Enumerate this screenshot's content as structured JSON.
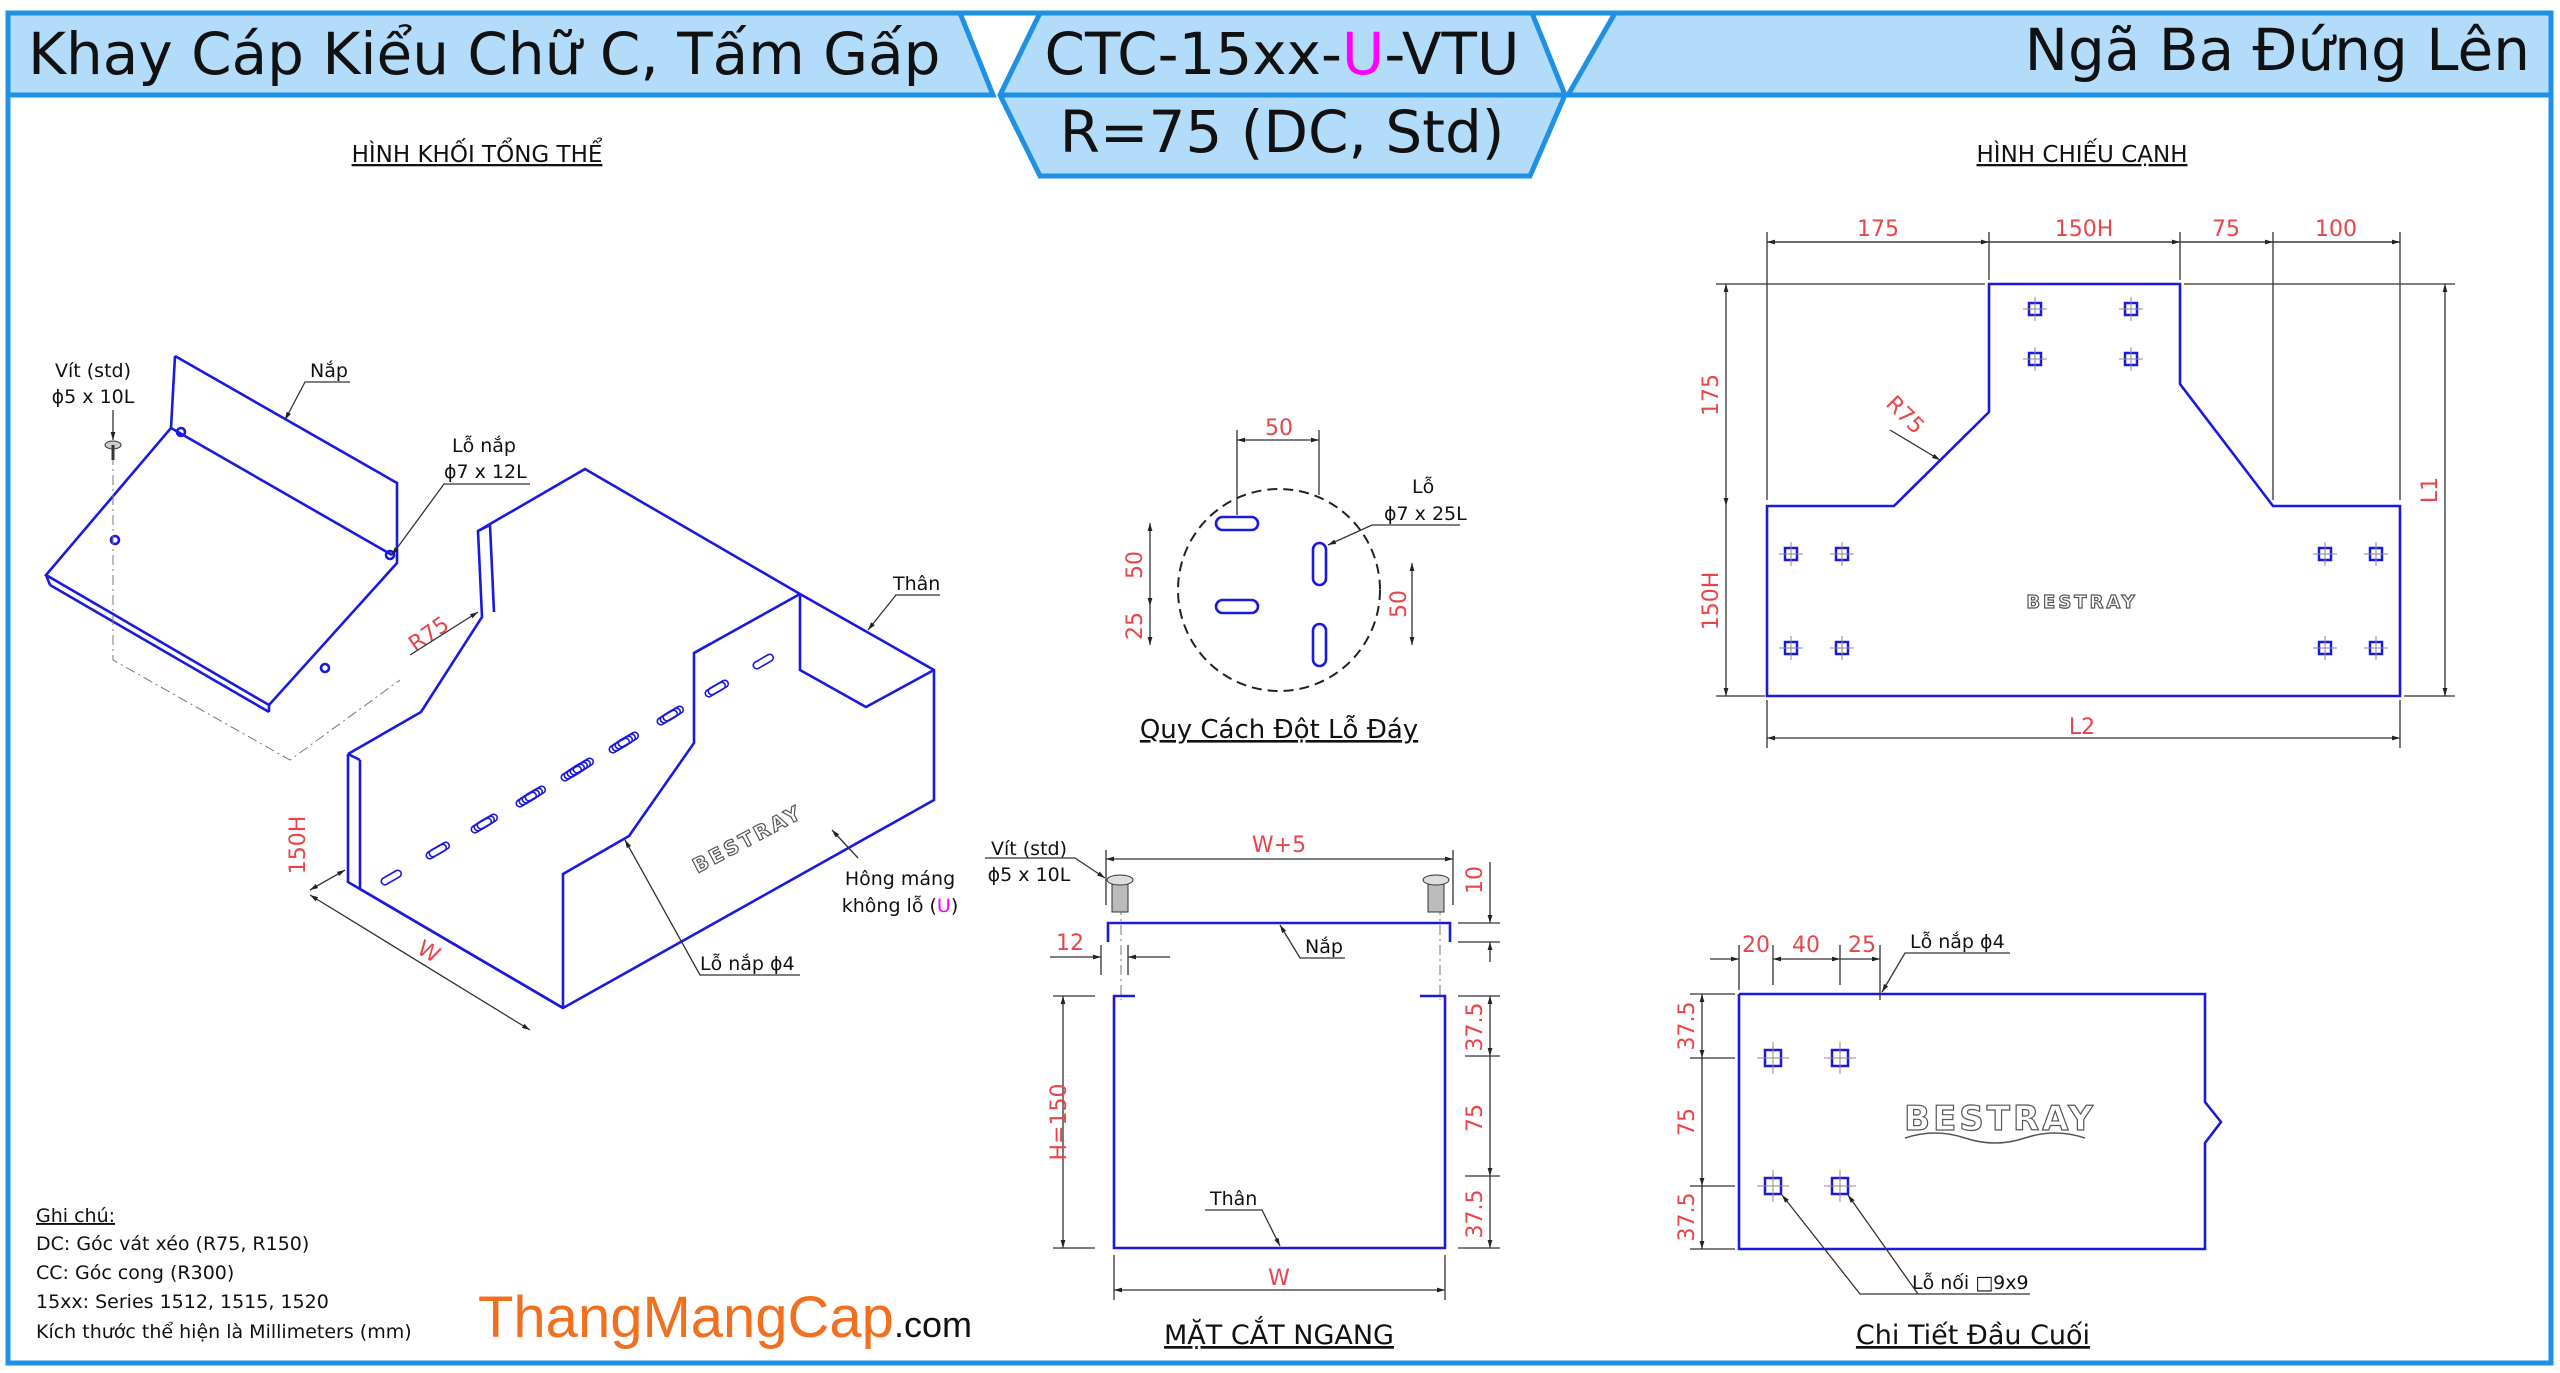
{
  "header": {
    "title_left": "Khay Cáp Kiểu Chữ C, Tấm Gấp",
    "code_prefix": "CTC-15xx-",
    "code_highlight": "U",
    "code_suffix": "-VTU",
    "radius_spec": "R=75 (DC, Std)",
    "title_right": "Ngã Ba Đứng Lên",
    "highlight_color": "#ff00ff",
    "band_color": "#b3dcfa",
    "border_color": "#1e90e6"
  },
  "iso_view": {
    "title": "HÌNH KHỐI TỔNG THỂ",
    "screw_label": "Vít (std)",
    "screw_size": "ϕ5 x 10L",
    "cover_label": "Nắp",
    "cover_hole_label": "Lỗ nắp",
    "cover_hole_size": "ϕ7 x 12L",
    "radius_label": "R75",
    "body_label": "Thân",
    "height_label": "150H",
    "width_label": "W",
    "logo": "BESTRAY",
    "side_label_1": "Hông máng",
    "side_label_2_prefix": "không lỗ (",
    "side_label_2_highlight": "U",
    "side_label_2_suffix": ")",
    "cover_hole_4": "Lỗ nắp ϕ4"
  },
  "hole_pattern": {
    "title": "Quy Cách Đột Lỗ Đáy",
    "dim_top": "50",
    "dim_left_1": "50",
    "dim_left_2": "25",
    "dim_right": "50",
    "hole_label": "Lỗ",
    "hole_size": "ϕ7 x 25L"
  },
  "side_view": {
    "title": "HÌNH CHIẾU CẠNH",
    "dims_top": [
      "175",
      "150H",
      "75",
      "100"
    ],
    "dim_left_top": "175",
    "dim_left_bottom": "150H",
    "dim_right": "L1",
    "dim_bottom": "L2",
    "radius": "R75",
    "logo": "BESTRAY"
  },
  "cross_section": {
    "title": "MẶT CẮT NGANG",
    "screw_label": "Vít (std)",
    "screw_size": "ϕ5 x 10L",
    "dim_top": "W+5",
    "dim_lid": "10",
    "dim_lip": "12",
    "dim_height": "H=150",
    "dims_right": [
      "37.5",
      "75",
      "37.5"
    ],
    "dim_bottom": "W",
    "cover_label": "Nắp",
    "body_label": "Thân"
  },
  "end_detail": {
    "title": "Chi Tiết Đầu Cuối",
    "dims_top": [
      "20",
      "40",
      "25"
    ],
    "cover_hole": "Lỗ nắp ϕ4",
    "dims_left": [
      "37.5",
      "75",
      "37.5"
    ],
    "joint_hole": "Lỗ nối □9x9",
    "logo": "BESTRAY"
  },
  "notes": {
    "heading": "Ghi chú:",
    "lines": [
      "DC: Góc vát xéo (R75, R150)",
      "CC: Góc cong (R300)",
      "15xx: Series 1512, 1515, 1520",
      "Kích thước thể hiện là Millimeters (mm)"
    ]
  },
  "brand": {
    "name": "ThangMangCap",
    "suffix": ".com",
    "color": "#f07020"
  }
}
